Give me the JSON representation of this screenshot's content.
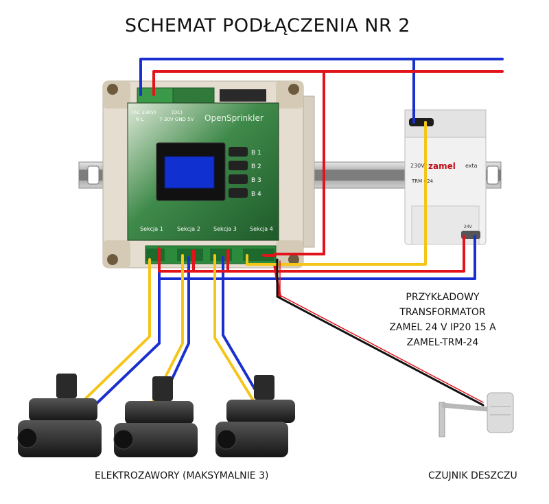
{
  "title": "SCHEMAT PODŁĄCZENIA NR 2",
  "controller": {
    "brand": "OpenSprinkler",
    "power_label_ac": "(AC 230V)",
    "power_label_nl": "N  L",
    "power_label_dc": "(DC)",
    "power_label_dc_pins": "7-30V  GND  5V",
    "buttons": [
      "B 1",
      "B 2",
      "B 3",
      "B 4"
    ],
    "sections": [
      "Sekcja 1",
      "Sekcja 2",
      "Sekcja 3",
      "Sekcja 4"
    ]
  },
  "transformer": {
    "brand": "zamel",
    "brand2": "exta",
    "model": "TRM - 24",
    "voltage": "230V",
    "voltage_out": "24V",
    "label_lines": [
      "PRZYKŁADOWY",
      "TRANSFORMATOR",
      "ZAMEL 24 V IP20 15 A",
      "ZAMEL-TRM-24"
    ]
  },
  "valves_label": "ELEKTROZAWORY  (MAKSYMALNIE 3)",
  "rain_sensor_label": "CZUJNIK DESZCZU",
  "wire_colors": {
    "blue": "#1a2fd0",
    "red": "#e2141b",
    "yellow": "#f5c518",
    "black": "#111111"
  }
}
